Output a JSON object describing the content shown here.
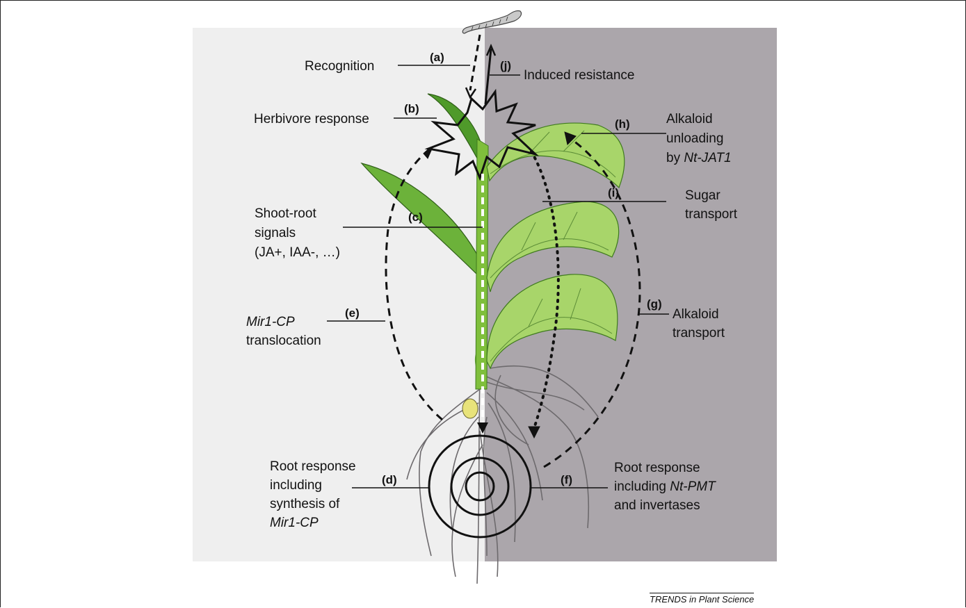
{
  "labels": {
    "a": {
      "tag": "(a)",
      "lines": [
        [
          "Recognition"
        ]
      ]
    },
    "j": {
      "tag": "(j)",
      "lines": [
        [
          "Induced resistance"
        ]
      ]
    },
    "b": {
      "tag": "(b)",
      "lines": [
        [
          "Herbivore response"
        ]
      ]
    },
    "h": {
      "tag": "(h)",
      "lines": [
        [
          "Alkaloid"
        ],
        [
          "unloading"
        ],
        [
          "by ",
          "Nt-JAT1"
        ]
      ]
    },
    "i": {
      "tag": "(i)",
      "lines": [
        [
          "Sugar"
        ],
        [
          "transport"
        ]
      ]
    },
    "c": {
      "tag": "(c)",
      "lines": [
        [
          "Shoot-root"
        ],
        [
          "signals"
        ],
        [
          "(JA+, IAA-, …)"
        ]
      ]
    },
    "e": {
      "tag": "(e)",
      "lines": [
        [
          "",
          "Mir1-CP"
        ],
        [
          "translocation"
        ]
      ]
    },
    "g": {
      "tag": "(g)",
      "lines": [
        [
          "Alkaloid"
        ],
        [
          "transport"
        ]
      ]
    },
    "d": {
      "tag": "(d)",
      "lines": [
        [
          "Root response"
        ],
        [
          "including"
        ],
        [
          "synthesis of"
        ],
        [
          "",
          "Mir1-CP"
        ]
      ]
    },
    "f": {
      "tag": "(f)",
      "lines": [
        [
          "Root response"
        ],
        [
          "including ",
          "Nt-PMT"
        ],
        [
          "and invertases"
        ]
      ]
    }
  },
  "credit": "TRENDS in Plant Science",
  "colors": {
    "left_panel": "#efefef",
    "right_panel": "#aba6ab",
    "leaf_light": "#a8d56a",
    "leaf_dark": "#4f9a2a",
    "stem": "#7fbf3c",
    "seed": "#e8e37a",
    "roots": "#6d6a6d"
  },
  "icons": [
    "caterpillar-icon",
    "burst-icon",
    "root-rings-icon"
  ]
}
